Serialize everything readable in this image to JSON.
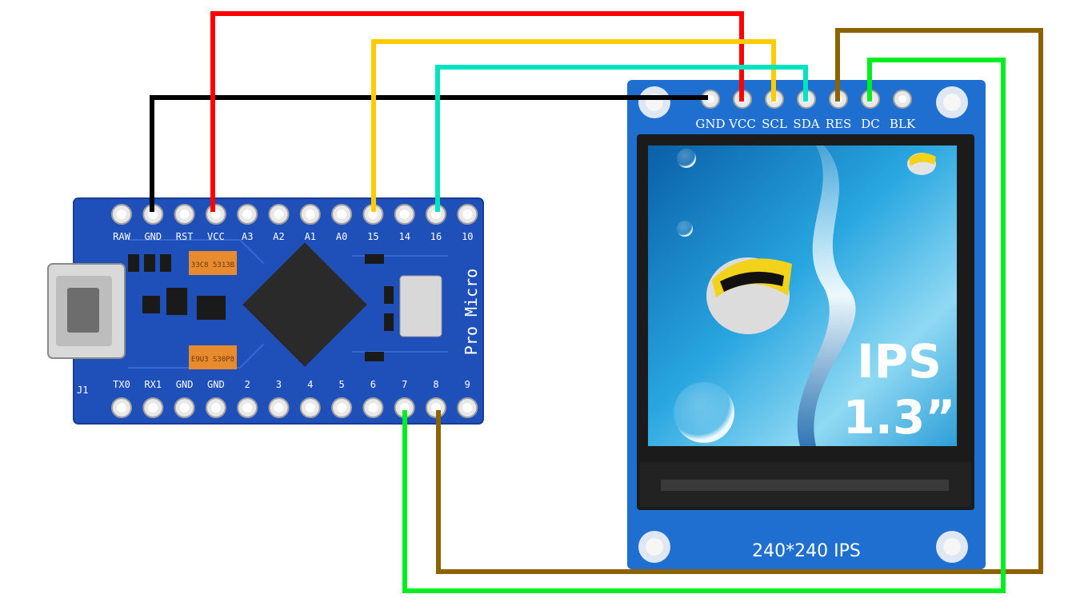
{
  "pro_micro": {
    "board_label": "Pro Micro",
    "top_pins": [
      "RAW",
      "GND",
      "RST",
      "VCC",
      "A3",
      "A2",
      "A1",
      "A0",
      "15",
      "14",
      "16",
      "10"
    ],
    "bottom_pins": [
      "TX0",
      "RX1",
      "GND",
      "GND",
      "2",
      "3",
      "4",
      "5",
      "6",
      "7",
      "8",
      "9"
    ],
    "corner_label": "J1",
    "chip1_text": "33C8\n5313B",
    "chip2_text": "E9U3\nS30P8"
  },
  "display": {
    "pins": [
      "GND",
      "VCC",
      "SCL",
      "SDA",
      "RES",
      "DC",
      "BLK"
    ],
    "overlay_line1": "IPS",
    "overlay_line2": "1.3”",
    "resolution_label": "240*240 IPS"
  },
  "wires": [
    {
      "from": "GND",
      "to": "GND",
      "color": "#000000"
    },
    {
      "from": "VCC",
      "to": "VCC",
      "color": "#ff0000"
    },
    {
      "from": "15",
      "to": "SCL",
      "color": "#ffcc00"
    },
    {
      "from": "16",
      "to": "SDA",
      "color": "#00e5c0"
    },
    {
      "from": "8",
      "to": "RES",
      "color": "#8b6300"
    },
    {
      "from": "7",
      "to": "DC",
      "color": "#00ee22"
    }
  ]
}
